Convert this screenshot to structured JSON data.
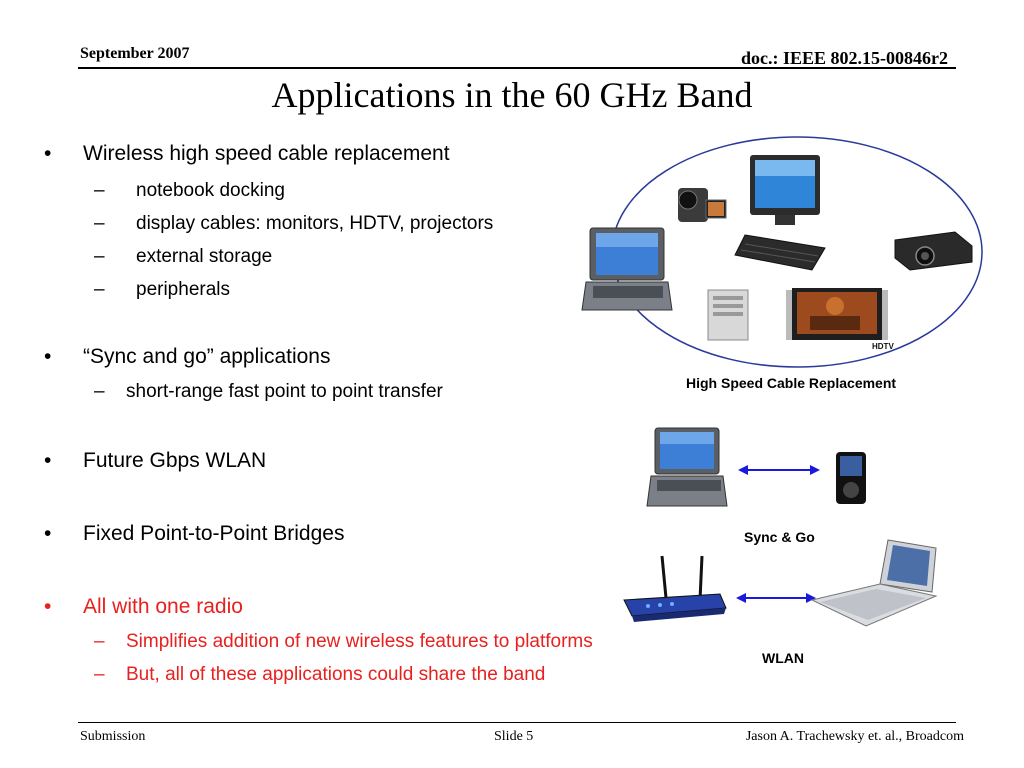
{
  "header": {
    "date": "September 2007",
    "doc_id": "doc.: IEEE 802.15-00846r2"
  },
  "title": "Applications in the 60 GHz Band",
  "bullets": [
    {
      "text": "Wireless high speed cable replacement",
      "subs": [
        "notebook docking",
        "display cables:  monitors, HDTV, projectors",
        "external storage",
        "peripherals"
      ]
    },
    {
      "text": "“Sync and go” applications",
      "subs": [
        "short-range fast point to point transfer"
      ]
    },
    {
      "text": "Future Gbps WLAN",
      "subs": []
    },
    {
      "text": "Fixed Point-to-Point Bridges",
      "subs": []
    },
    {
      "text": "All with one radio",
      "subs": [
        "Simplifies addition of new wireless features to platforms",
        "But, all of these applications could share the band"
      ]
    }
  ],
  "bullet_symbol": "•",
  "dash_symbol": "–",
  "highlight_color": "#e8201e",
  "diagrams": {
    "cable_caption": "High Speed Cable Replacement",
    "sync_caption": "Sync & Go",
    "wlan_caption": "WLAN",
    "hdtv_label": "HDTV"
  },
  "footer": {
    "left": "Submission",
    "center": "Slide 5",
    "right": "Jason A. Trachewsky et. al., Broadcom"
  }
}
